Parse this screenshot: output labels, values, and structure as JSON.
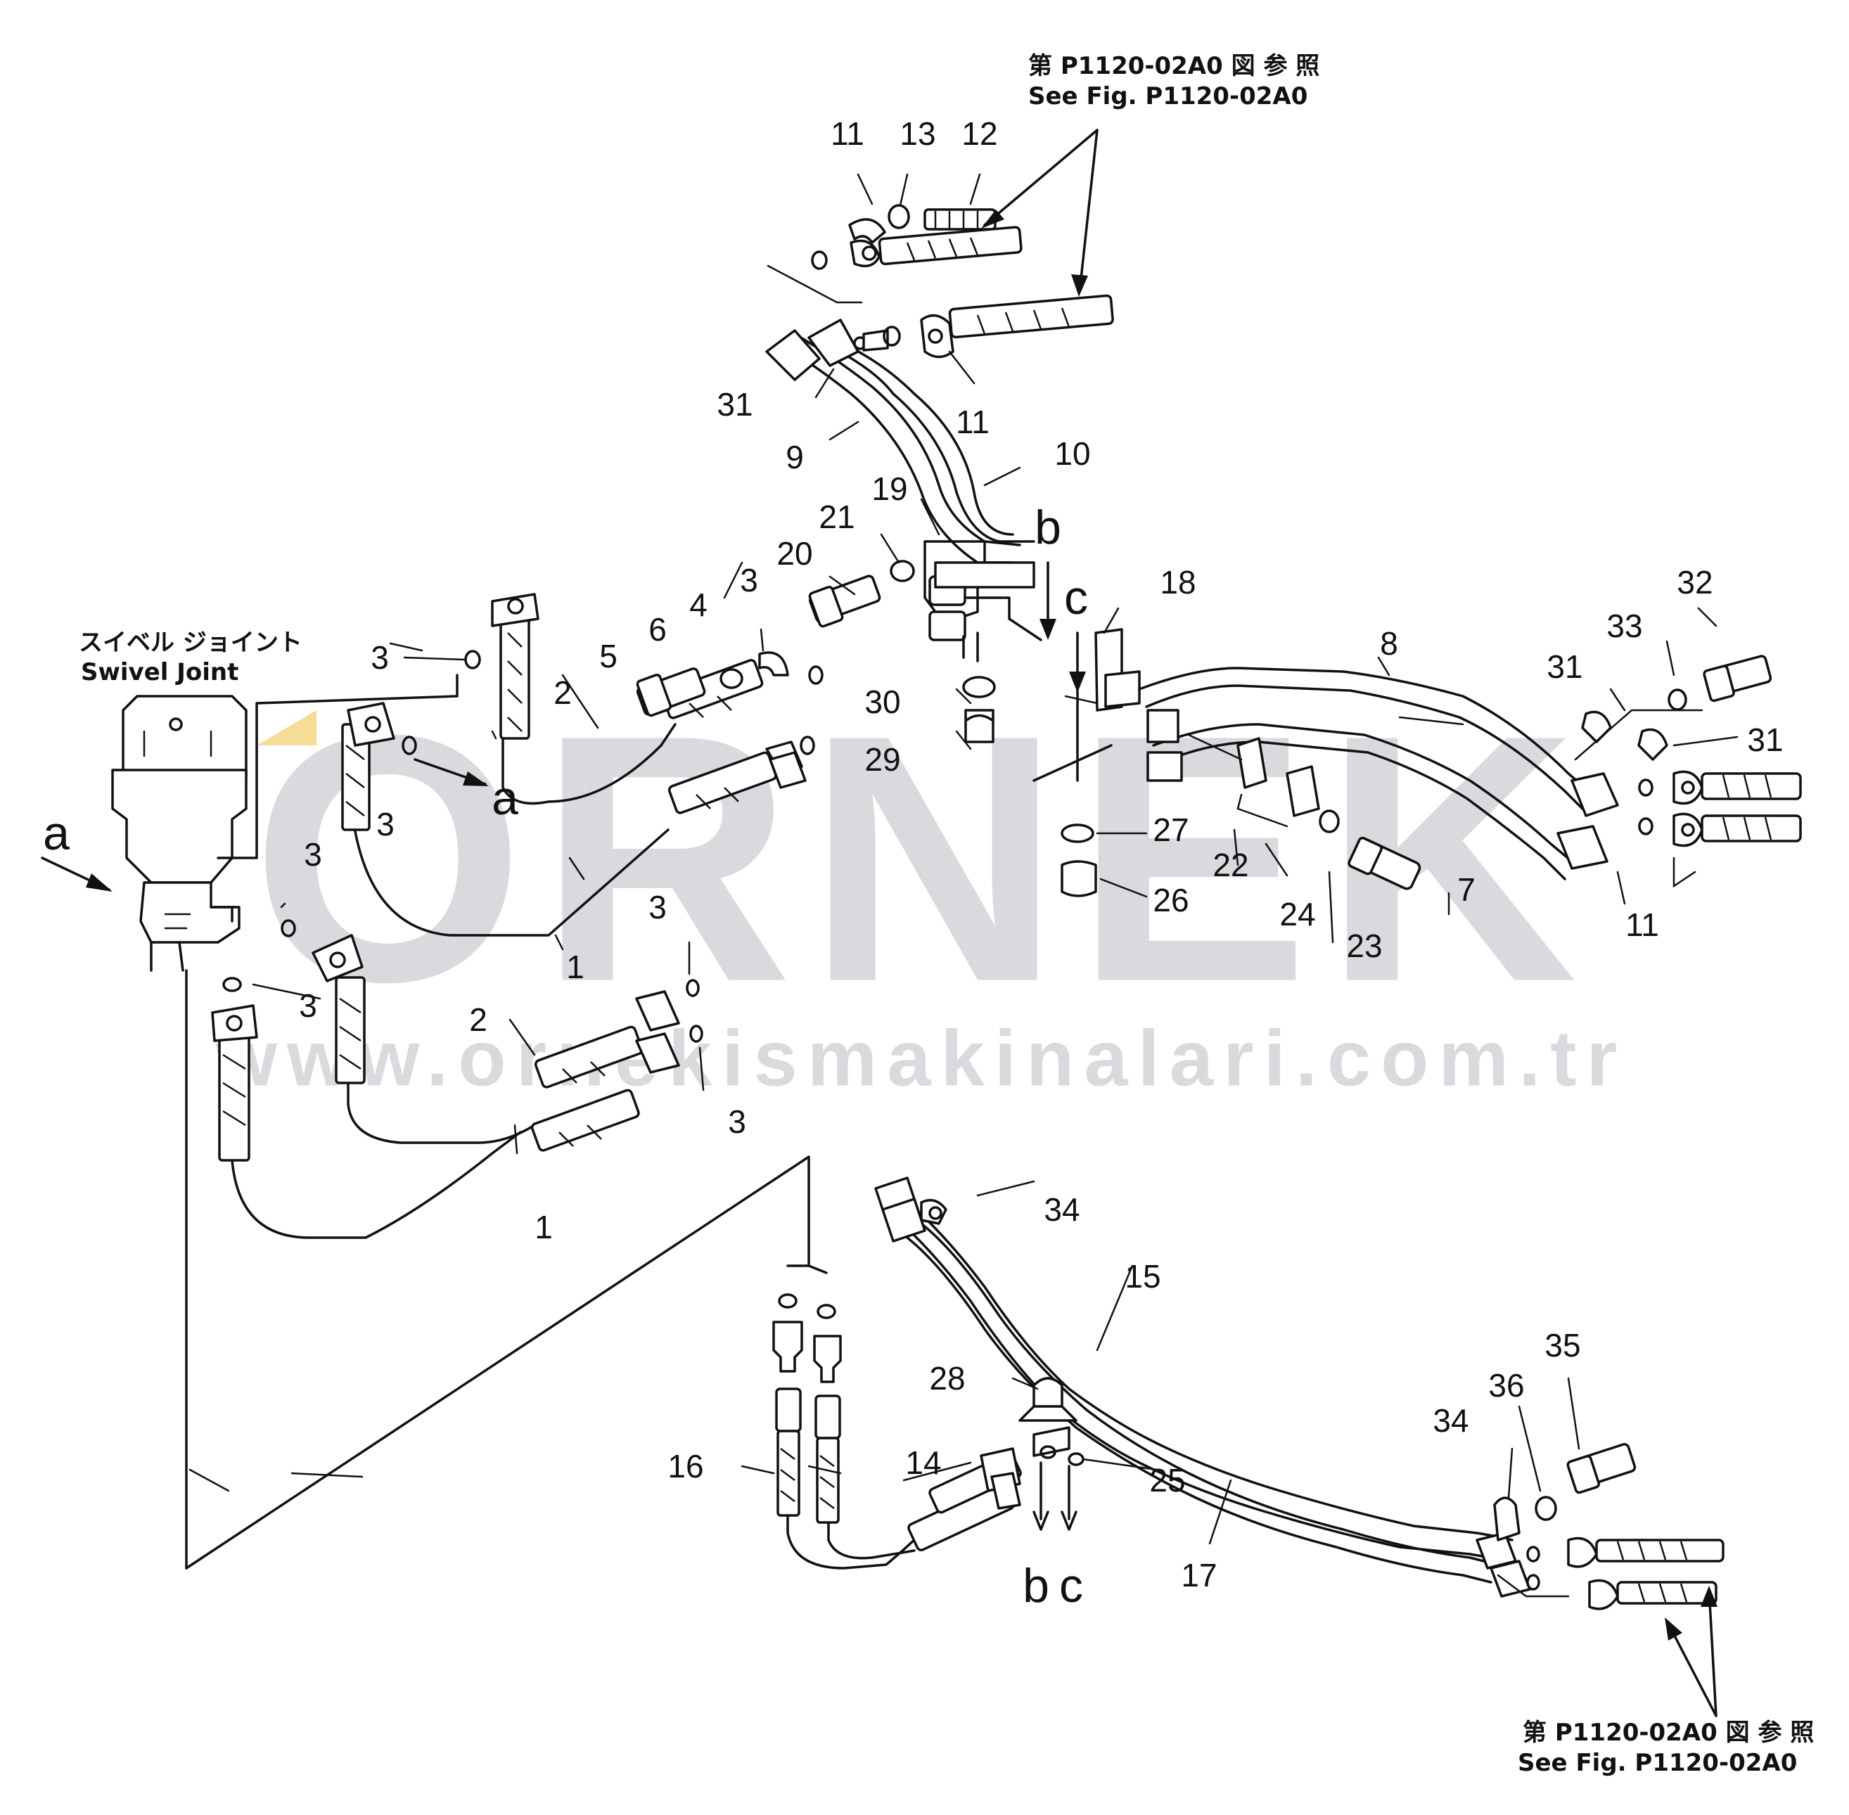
{
  "notes": {
    "swivel_jp": "スイベル ジョイント",
    "swivel_en": "Swivel Joint",
    "ref_top_jp": "第 P1120-02A0 図 参 照",
    "ref_top_en": "See Fig. P1120-02A0",
    "ref_bottom_jp": "第 P1120-02A0 図 参 照",
    "ref_bottom_en": "See Fig. P1120-02A0"
  },
  "watermark": {
    "brand": "ORNEK",
    "url": "www.ornekismakinalari.com.tr",
    "accent_color": "#f0c040"
  },
  "connection_letters": [
    "a",
    "a",
    "b",
    "c",
    "b",
    "c"
  ],
  "part_labels": [
    "1",
    "1",
    "2",
    "2",
    "3",
    "3",
    "3",
    "3",
    "3",
    "3",
    "3",
    "4",
    "5",
    "6",
    "7",
    "8",
    "9",
    "10",
    "11",
    "11",
    "11",
    "12",
    "13",
    "14",
    "15",
    "16",
    "17",
    "18",
    "19",
    "20",
    "21",
    "22",
    "23",
    "24",
    "25",
    "26",
    "27",
    "28",
    "29",
    "30",
    "31",
    "31",
    "31",
    "32",
    "33",
    "34",
    "34",
    "35",
    "36"
  ]
}
